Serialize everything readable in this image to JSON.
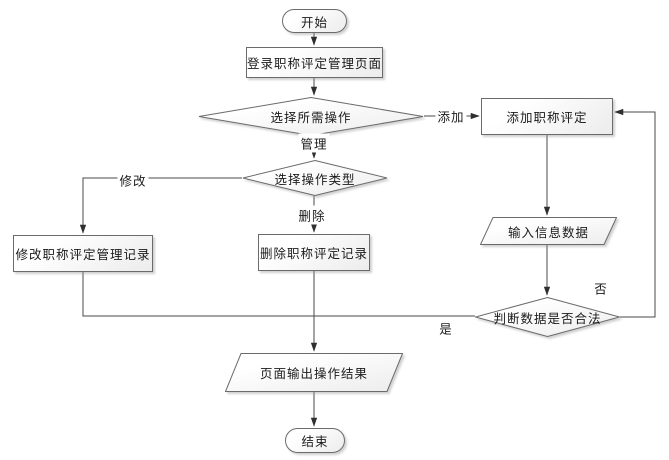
{
  "diagram_type": "flowchart",
  "colors": {
    "canvas": "#ffffff",
    "node_border": "#6b6b6b",
    "node_fill_top": "#ffffff",
    "node_fill_bottom": "#ececec",
    "connector": "#4a4a4a",
    "text": "#1a1a1a"
  },
  "nodes": {
    "start": {
      "label": "开始",
      "shape": "terminator"
    },
    "login": {
      "label": "登录职称评定管理页面",
      "shape": "process"
    },
    "choose_operation": {
      "label": "选择所需操作",
      "shape": "decision"
    },
    "choose_type": {
      "label": "选择操作类型",
      "shape": "decision"
    },
    "add_title": {
      "label": "添加职称评定",
      "shape": "process"
    },
    "input_data": {
      "label": "输入信息数据",
      "shape": "io"
    },
    "validate": {
      "label": "判断数据是否合法",
      "shape": "decision"
    },
    "modify_record": {
      "label": "修改职称评定管理记录",
      "shape": "process"
    },
    "delete_record": {
      "label": "删除职称评定记录",
      "shape": "process"
    },
    "output_result": {
      "label": "页面输出操作结果",
      "shape": "io"
    },
    "end": {
      "label": "结束",
      "shape": "terminator"
    }
  },
  "edge_labels": {
    "add": "添加",
    "manage": "管理",
    "modify": "修改",
    "delete": "删除",
    "no": "否",
    "yes": "是"
  },
  "edges": [
    {
      "from": "start",
      "to": "login",
      "label": ""
    },
    {
      "from": "login",
      "to": "choose_operation",
      "label": ""
    },
    {
      "from": "choose_operation",
      "to": "add_title",
      "label": "添加"
    },
    {
      "from": "choose_operation",
      "to": "choose_type",
      "label": "管理"
    },
    {
      "from": "choose_type",
      "to": "modify_record",
      "label": "修改"
    },
    {
      "from": "choose_type",
      "to": "delete_record",
      "label": "删除"
    },
    {
      "from": "add_title",
      "to": "input_data",
      "label": ""
    },
    {
      "from": "input_data",
      "to": "validate",
      "label": ""
    },
    {
      "from": "validate",
      "to": "add_title",
      "label": "否"
    },
    {
      "from": "validate",
      "to": "output_result",
      "label": "是"
    },
    {
      "from": "modify_record",
      "to": "output_result",
      "label": ""
    },
    {
      "from": "delete_record",
      "to": "output_result",
      "label": ""
    },
    {
      "from": "output_result",
      "to": "end",
      "label": ""
    }
  ]
}
